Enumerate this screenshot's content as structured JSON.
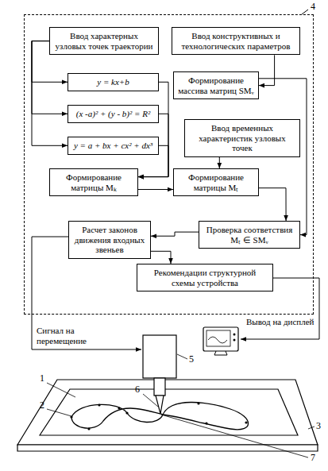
{
  "diagram": {
    "nodes": [
      {
        "text": [
          "4"
        ]
      },
      {
        "text": [
          "Ввод характерных узловых точек траектории"
        ],
        "in": 0
      },
      {
        "text": [
          "Ввод конструктивных и технологических параметров"
        ],
        "in": 0
      },
      {
        "text": [
          "y = kx+b"
        ],
        "in": 0
      },
      {
        "text": [
          "(x -a)² + (y - b)² = R²"
        ],
        "in": 0
      },
      {
        "text": [
          "y = a + bx + cx² + dx³"
        ],
        "in": 0
      },
      {
        "text": [
          "Формирование массива матриц SMᵥ"
        ],
        "in": 0
      },
      {
        "text": [
          "Ввод временных характеристик узловых точек"
        ],
        "in": 0
      },
      {
        "text": [
          "Формирование матрицы Mₖ"
        ],
        "in": 0
      },
      {
        "text": [
          "Формирование матрицы Mₜ"
        ],
        "in": 0
      },
      {
        "text": [
          "Расчет законов движения входных звеньев"
        ],
        "in": 0
      },
      {
        "text": [
          "Проверка соответствия Mₜ ∈ SMᵥ"
        ],
        "in": 0
      },
      {
        "text": [
          "Рекомендации структурной схемы устройства"
        ],
        "in": 0
      }
    ],
    "edges": [
      {
        "from": 1,
        "to": 3,
        "arrow": "to"
      },
      {
        "from": 1,
        "to": 4,
        "arrow": "to"
      },
      {
        "from": 1,
        "to": 5,
        "arrow": "to"
      },
      {
        "from": 3,
        "to": 8,
        "arrow": "to"
      },
      {
        "from": 4,
        "to": 8,
        "arrow": "to"
      },
      {
        "from": 5,
        "to": 8,
        "arrow": "to"
      },
      {
        "from": 8,
        "to": 9,
        "arrow": "to"
      },
      {
        "from": 2,
        "to": 6,
        "arrow": "to"
      },
      {
        "from": 6,
        "to": 11,
        "arrow": "to"
      },
      {
        "from": 7,
        "to": 9,
        "arrow": "to"
      },
      {
        "from": 9,
        "to": 11,
        "arrow": "to"
      },
      {
        "from": 11,
        "to": 10,
        "arrow": "to"
      },
      {
        "from": 10,
        "to": 12,
        "arrow": "to"
      }
    ],
    "labels": [
      "Сигнал на перемещение",
      "Вывод на дисплей",
      "1",
      "2",
      "3",
      "5",
      "6",
      "7"
    ]
  }
}
